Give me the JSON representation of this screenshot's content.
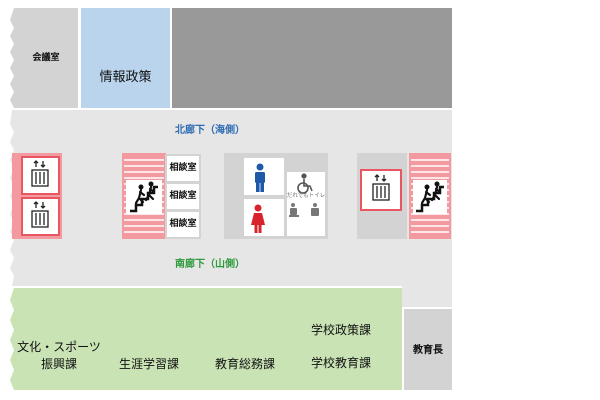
{
  "rooms": {
    "meeting_room": "会議室",
    "info_policy": "情報政策",
    "culture_sports_1": "文化・スポーツ",
    "culture_sports_2": "振興課",
    "lifelong_learning": "生涯学習課",
    "edu_general_affairs": "教育総務課",
    "school_policy": "学校政策課",
    "school_education": "学校教育課",
    "superintendent": "教育長"
  },
  "corridors": {
    "north": "北廊下（海側）",
    "south": "南廊下（山側）"
  },
  "consult_rooms": [
    "相談室",
    "相談室",
    "相談室"
  ],
  "toilet_sign": "だれでもトイレ",
  "icons": [
    "elevator-icon",
    "stairs-icon",
    "male-toilet-icon",
    "female-toilet-icon",
    "wheelchair-icon",
    "baby-care-icon",
    "ostomate-icon"
  ],
  "colors": {
    "corridor": "#e6e6e6",
    "office": "#c9e3b5",
    "info_office": "#b9d4ec",
    "dark_gray": "#999999",
    "light_gray": "#d3d3d3",
    "pink": "#f39aa0",
    "red": "#e8565f",
    "north_label": "#2f6db3",
    "south_label": "#2e9a3c",
    "male": "#1e5aa8",
    "female": "#d9232c"
  }
}
